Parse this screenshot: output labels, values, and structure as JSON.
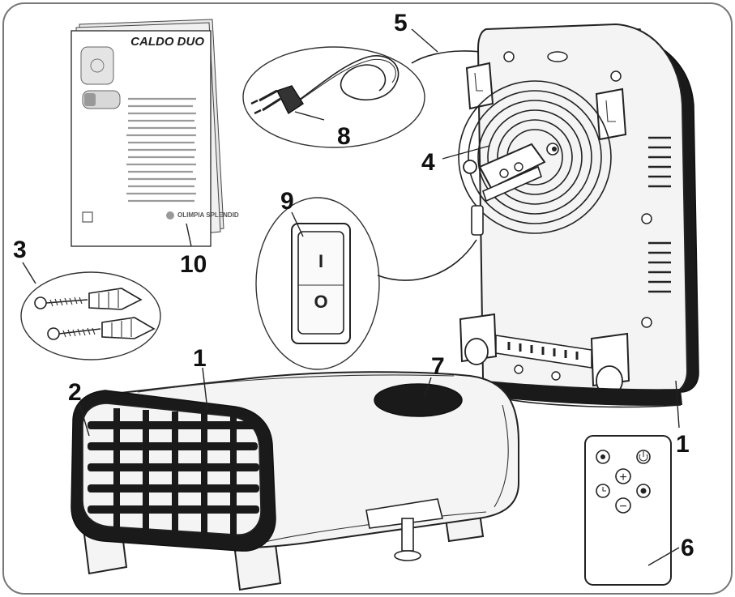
{
  "manual": {
    "title": "CALDO DUO",
    "brand": "OLIMPIA SPLENDID"
  },
  "callouts": [
    {
      "id": "1",
      "label": "1"
    },
    {
      "id": "1b",
      "label": "1"
    },
    {
      "id": "2",
      "label": "2"
    },
    {
      "id": "3",
      "label": "3"
    },
    {
      "id": "4",
      "label": "4"
    },
    {
      "id": "5",
      "label": "5"
    },
    {
      "id": "6",
      "label": "6"
    },
    {
      "id": "7",
      "label": "7"
    },
    {
      "id": "8",
      "label": "8"
    },
    {
      "id": "9",
      "label": "9"
    },
    {
      "id": "10",
      "label": "10"
    }
  ],
  "switch": {
    "on_symbol": "I",
    "off_symbol": "O"
  },
  "remote": {
    "plus_symbol": "+",
    "minus_symbol": "−"
  },
  "colors": {
    "outline": "#222222",
    "device_fill": "#f4f4f4",
    "dark_band": "#1a1a1a"
  }
}
